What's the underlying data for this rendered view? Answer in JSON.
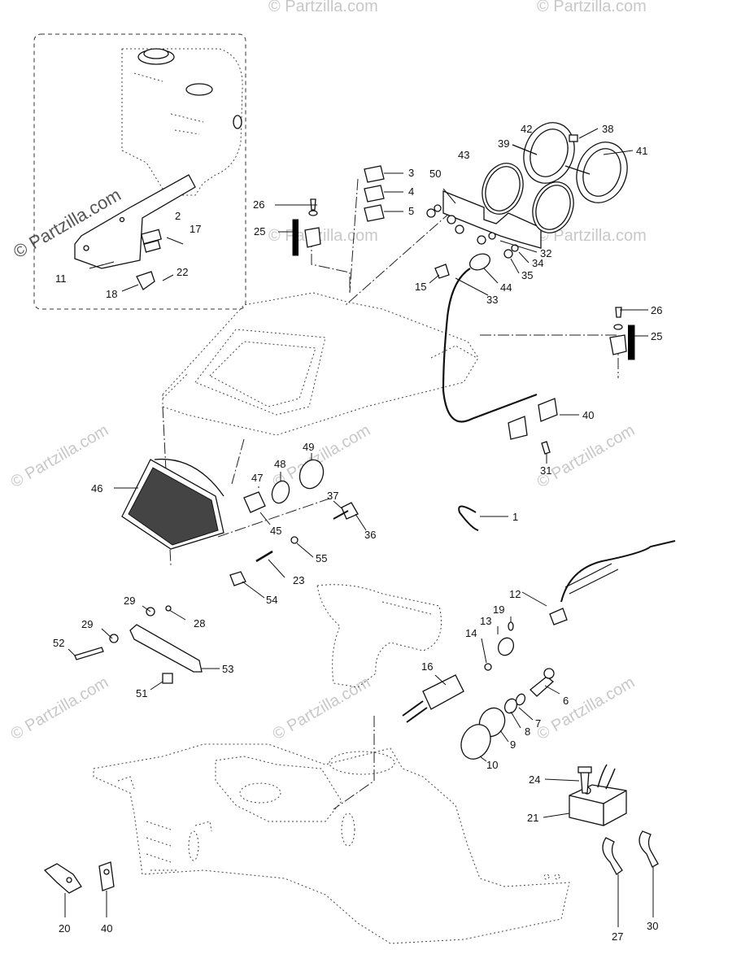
{
  "watermark": {
    "text": "© Partzilla.com",
    "main": "© Partzilla.com"
  },
  "callouts": [
    "1",
    "2",
    "3",
    "4",
    "5",
    "6",
    "7",
    "8",
    "9",
    "10",
    "11",
    "12",
    "13",
    "14",
    "15",
    "16",
    "17",
    "18",
    "19",
    "20",
    "21",
    "22",
    "23",
    "24",
    "25",
    "26",
    "27",
    "28",
    "29",
    "30",
    "31",
    "32",
    "33",
    "34",
    "35",
    "36",
    "37",
    "38",
    "39",
    "40",
    "41",
    "42",
    "43",
    "44",
    "45",
    "46",
    "47",
    "48",
    "49",
    "50",
    "51",
    "52",
    "53",
    "54",
    "55"
  ],
  "labels": {
    "c1": "1",
    "c2": "2",
    "c3": "3",
    "c4": "4",
    "c5": "5",
    "c6": "6",
    "c7": "7",
    "c8": "8",
    "c9": "9",
    "c10": "10",
    "c11": "11",
    "c12": "12",
    "c13": "13",
    "c14": "14",
    "c15": "15",
    "c16": "16",
    "c17": "17",
    "c18": "18",
    "c19": "19",
    "c20": "20",
    "c21": "21",
    "c22": "22",
    "c23": "23",
    "c24": "24",
    "c25": "25",
    "c26": "26",
    "c27": "27",
    "c28": "28",
    "c29": "29",
    "c30": "30",
    "c31": "31",
    "c32": "32",
    "c33": "33",
    "c34": "34",
    "c35": "35",
    "c36": "36",
    "c37": "37",
    "c38": "38",
    "c39": "39",
    "c40": "40",
    "c41": "41",
    "c42": "42",
    "c43": "43",
    "c44": "44",
    "c45": "45",
    "c46": "46",
    "c47": "47",
    "c48": "48",
    "c49": "49",
    "c50": "50",
    "c51": "51",
    "c52": "52",
    "c53": "53",
    "c54": "54",
    "c55": "55"
  }
}
